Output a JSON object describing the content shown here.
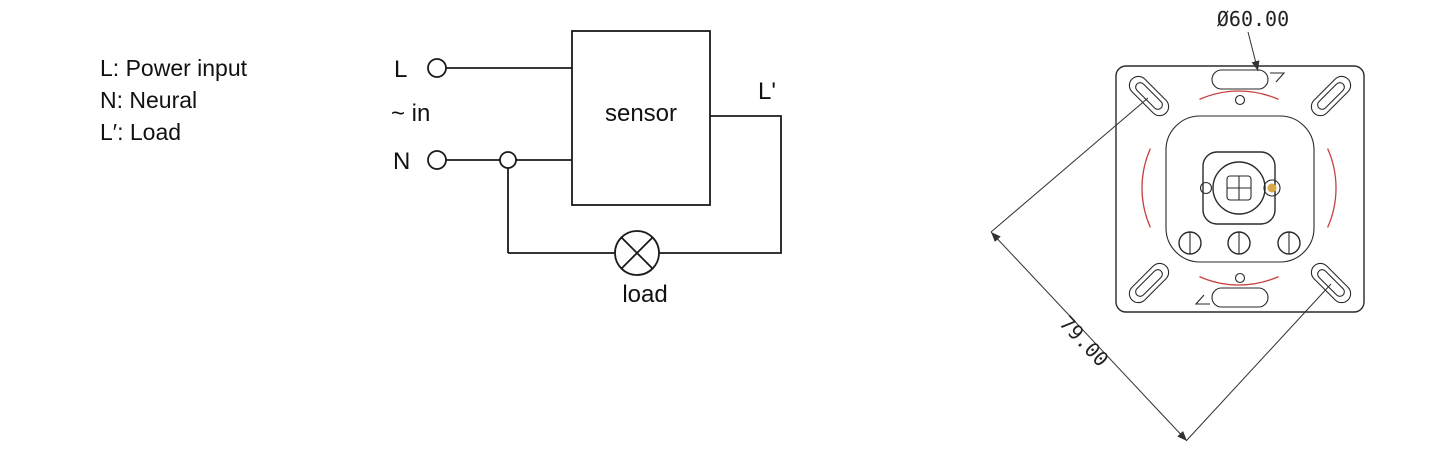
{
  "meta": {
    "background": "#ffffff",
    "ink_color": "#1a1a1a",
    "accent_red": "#c84040",
    "accent_gold": "#d8a84a"
  },
  "legend": {
    "items": [
      "L: Power input",
      "N: Neural",
      "L′: Load"
    ]
  },
  "schematic": {
    "terminal_l_label": "L",
    "ac_in_label": "~ in",
    "terminal_n_label": "N",
    "output_label": "L'",
    "sensor_label": "sensor",
    "load_label": "load"
  },
  "drawing": {
    "diameter_dim": "Ø60.00",
    "diagonal_dim": "79.00"
  }
}
